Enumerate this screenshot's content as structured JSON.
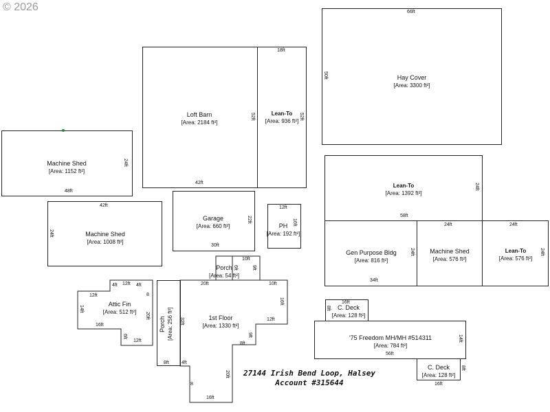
{
  "watermark": "© 2026",
  "title": {
    "line1": "27144 Irish Bend Loop, Halsey",
    "line2": "Account #315644"
  },
  "structures": {
    "loft_barn": {
      "name": "Loft Barn",
      "area": "[Area: 2184 ft²]",
      "dims": [
        "42ft",
        "52ft"
      ]
    },
    "lean_to_1": {
      "name": "Lean-To",
      "area": "[Area: 936 ft²]",
      "dims": [
        "18ft",
        "52ft"
      ]
    },
    "hay_cover": {
      "name": "Hay Cover",
      "area": "[Area: 3300 ft²]",
      "dims": [
        "66ft",
        "50ft"
      ]
    },
    "machine_shed_1": {
      "name": "Machine Shed",
      "area": "[Area: 1152 ft²]",
      "dims": [
        "48ft",
        "24ft"
      ]
    },
    "machine_shed_2": {
      "name": "Machine Shed",
      "area": "[Area: 1008 ft²]",
      "dims": [
        "42ft",
        "24ft"
      ]
    },
    "garage": {
      "name": "Garage",
      "area": "[Area: 660 ft²]",
      "dims": [
        "30ft",
        "22ft"
      ]
    },
    "ph": {
      "name": "PH",
      "area": "[Area: 192 ft²]",
      "dims": [
        "12ft",
        "16ft"
      ]
    },
    "lean_to_2": {
      "name": "Lean-To",
      "area": "[Area: 1392 ft²]",
      "dims": [
        "58ft",
        "24ft"
      ]
    },
    "gen_purpose": {
      "name": "Gen Purpose Bldg",
      "area": "[Area: 816 ft²]",
      "dims": [
        "34ft",
        "24ft"
      ]
    },
    "machine_shed_3": {
      "name": "Machine Shed",
      "area": "[Area: 576 ft²]",
      "dims": [
        "24ft"
      ]
    },
    "lean_to_3": {
      "name": "Lean-To",
      "area": "[Area: 576 ft²]",
      "dims": [
        "24ft",
        "24ft"
      ]
    },
    "porch_top": {
      "name": "Porch",
      "area": "[Area: 54 ft²]",
      "dims": [
        "10ft",
        "6ft",
        "9ft"
      ]
    },
    "first_floor": {
      "name": "1st Floor",
      "area": "[Area: 1330 ft²]",
      "dims": [
        "20ft",
        "10ft",
        "16ft",
        "12ft",
        "9ft",
        "8ft",
        "20ft",
        "16ft",
        "4ft",
        "32ft",
        "8ft",
        "8"
      ]
    },
    "porch_side": {
      "name": "Porch",
      "area": "[Area: 256 ft²]"
    },
    "attic_fin": {
      "name": "Attic Fin",
      "area": "[Area: 512 ft²]",
      "dims": [
        "12ft",
        "4ft",
        "4ft",
        "12ft",
        "14ft",
        "16ft",
        "20ft",
        "6ft",
        "12ft",
        "8"
      ]
    },
    "c_deck_1": {
      "name": "C. Deck",
      "area": "[Area: 128 ft²]",
      "dims": [
        "16ft",
        "8ft"
      ]
    },
    "mh": {
      "name": "'75 Freedom MH/MH #514311",
      "area": "[Area: 784 ft²]",
      "dims": [
        "56ft",
        "14ft"
      ]
    },
    "c_deck_2": {
      "name": "C. Deck",
      "area": "[Area: 128 ft²]",
      "dims": [
        "8ft",
        "16ft"
      ]
    }
  },
  "colors": {
    "line": "#222222",
    "marker": "#2a8a3a",
    "watermark": "#9a9a9a"
  }
}
